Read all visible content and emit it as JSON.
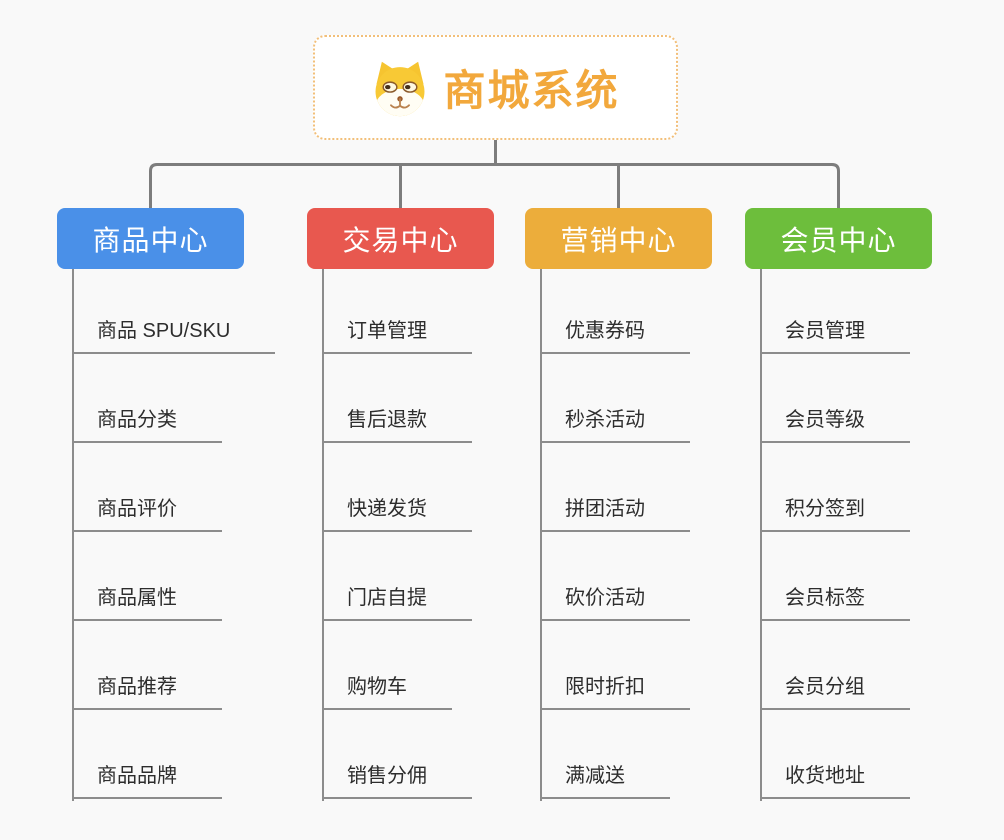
{
  "root": {
    "title": "商城系统",
    "icon": "shiba-dog-icon"
  },
  "style_colors": {
    "background": "#f9f9f9",
    "connector": "#7d7d7d",
    "root_border": "#f2bf79",
    "root_text": "#f2a83c"
  },
  "branches": [
    {
      "id": "product-center",
      "label": "商品中心",
      "color": "#4a90e8",
      "items": [
        "商品 SPU/SKU",
        "商品分类",
        "商品评价",
        "商品属性",
        "商品推荐",
        "商品品牌"
      ]
    },
    {
      "id": "trade-center",
      "label": "交易中心",
      "color": "#e8584f",
      "items": [
        "订单管理",
        "售后退款",
        "快递发货",
        "门店自提",
        "购物车",
        "销售分佣"
      ]
    },
    {
      "id": "marketing-center",
      "label": "营销中心",
      "color": "#ecad3b",
      "items": [
        "优惠券码",
        "秒杀活动",
        "拼团活动",
        "砍价活动",
        "限时折扣",
        "满减送"
      ]
    },
    {
      "id": "member-center",
      "label": "会员中心",
      "color": "#6dbe3c",
      "items": [
        "会员管理",
        "会员等级",
        "积分签到",
        "会员标签",
        "会员分组",
        "收货地址"
      ]
    }
  ]
}
